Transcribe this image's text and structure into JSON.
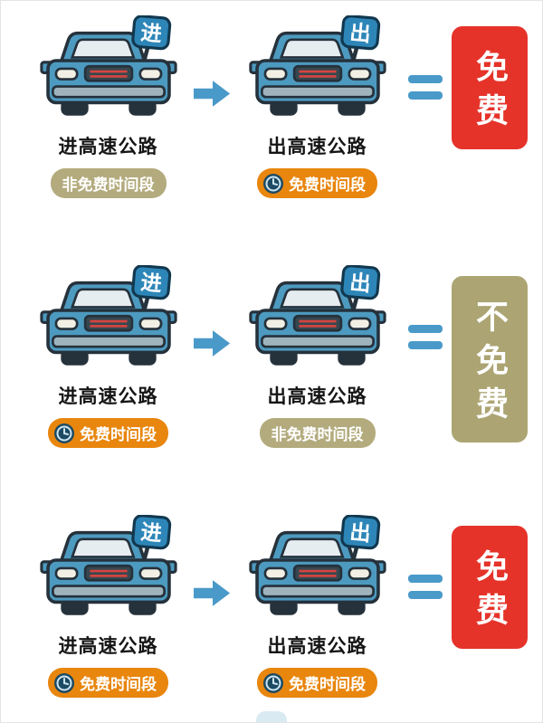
{
  "rows": [
    {
      "left": {
        "sign": "进",
        "label": "进高速公路",
        "badge": {
          "text": "非免费时间段",
          "type": "nonfree",
          "clock": false
        }
      },
      "right": {
        "sign": "出",
        "label": "出高速公路",
        "badge": {
          "text": "免费时间段",
          "type": "free",
          "clock": true
        }
      },
      "result": {
        "text": "免费",
        "type": "free"
      }
    },
    {
      "left": {
        "sign": "进",
        "label": "进高速公路",
        "badge": {
          "text": "免费时间段",
          "type": "free",
          "clock": true
        }
      },
      "right": {
        "sign": "出",
        "label": "出高速公路",
        "badge": {
          "text": "非免费时间段",
          "type": "nonfree",
          "clock": false
        }
      },
      "result": {
        "text": "不免费",
        "type": "notfree"
      }
    },
    {
      "left": {
        "sign": "进",
        "label": "进高速公路",
        "badge": {
          "text": "免费时间段",
          "type": "free",
          "clock": true
        }
      },
      "right": {
        "sign": "出",
        "label": "出高速公路",
        "badge": {
          "text": "免费时间段",
          "type": "free",
          "clock": true
        }
      },
      "result": {
        "text": "免费",
        "type": "free"
      }
    }
  ],
  "colors": {
    "car_blue": "#4d9ac0",
    "sign_blue": "#2e86b8",
    "arrow_blue": "#4a9ac9",
    "badge_free_orange": "#e8860d",
    "badge_nonfree_tan": "#b3ab7d",
    "result_free_red": "#e5332a",
    "result_notfree_olive": "#aca573",
    "outline_dark": "#25313b"
  }
}
